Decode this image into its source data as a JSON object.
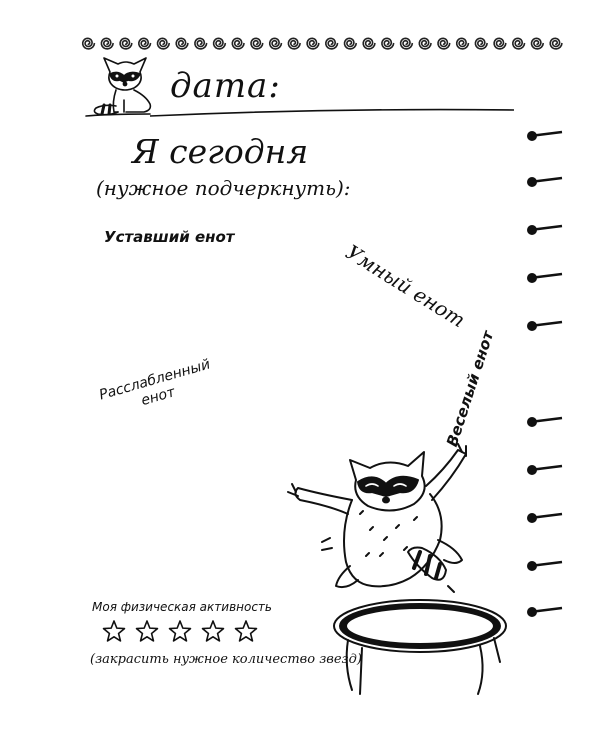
{
  "header": {
    "date_label": "дата:"
  },
  "prompt": {
    "today": "Я сегодня",
    "instruction": "(нужное подчеркнуть):"
  },
  "moods": [
    {
      "label": "Уставший енот"
    },
    {
      "label": "Умный енот"
    },
    {
      "label": "Расслабленный енот"
    },
    {
      "label": "Веселый енот"
    }
  ],
  "activity": {
    "title": "Моя физическая активность",
    "stars_total": 5,
    "stars_filled": 0,
    "instruction": "(закрасить нужное количество звезд)"
  },
  "icons": {
    "header_decoration": "spiral-border-icon",
    "date_mascot": "raccoon-icon",
    "binding": "spiral-binding-icon",
    "illustration": "raccoon-on-trampoline-icon"
  }
}
